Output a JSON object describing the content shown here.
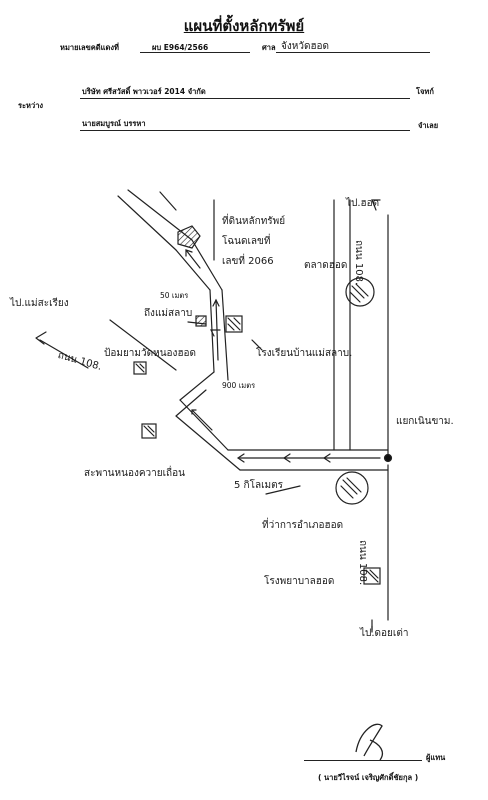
{
  "header": {
    "title": "แผนที่ตั้งหลักทรัพย์",
    "case_label": "หมายเลขคดีแดงที่",
    "case_number": "ผบ E964/2566",
    "court_label": "ศาล",
    "court_name": "จังหวัดฮอด",
    "between_label": "ระหว่าง",
    "plaintiff": "บริษัท ศรีสวัสดิ์ พาวเวอร์ 2014 จำกัด",
    "plaintiff_role": "โจทก์",
    "defendant": "นายสมบูรณ์ บรรหา",
    "defendant_role": "จำเลย"
  },
  "map": {
    "road_north": "ไป.ฮอด",
    "road_south": "ไป.ดอยเต่า",
    "road_west": "ไป.แม่สะเรียง",
    "hwy_east_upper": "ถนน 108.",
    "hwy_east_lower": "ถนน 108.",
    "hwy_west": "ถนน 108.",
    "property_notes": [
      "ที่ดินหลักทรัพย์",
      "โฉนดเลขที่",
      "เลขที่ 2066"
    ],
    "school_hod": "ตลาดฮอด",
    "dist_50": "50 เมตร",
    "label_near_property": "ถึงแม่สลาบ",
    "temple_label": "โรงเรียนบ้านแม่สลาบ.",
    "water_label": "ป้อมยามวัดหนองฮอด",
    "dist_900": "900 เมตร",
    "junction_label": "แยกเนินขาม.",
    "left_bottom_label": "สะพานหนองควายเถื่อน",
    "dist_5km": "5 กิโลเมตร",
    "office_label": "ที่ว่าการอำเภอฮอด",
    "hospital_label": "โรงพยาบาลฮอด"
  },
  "footer": {
    "role": "ผู้แทน",
    "name": "( นายวีไรจน์ เจริญศักดิ์ชัยกุล )"
  }
}
